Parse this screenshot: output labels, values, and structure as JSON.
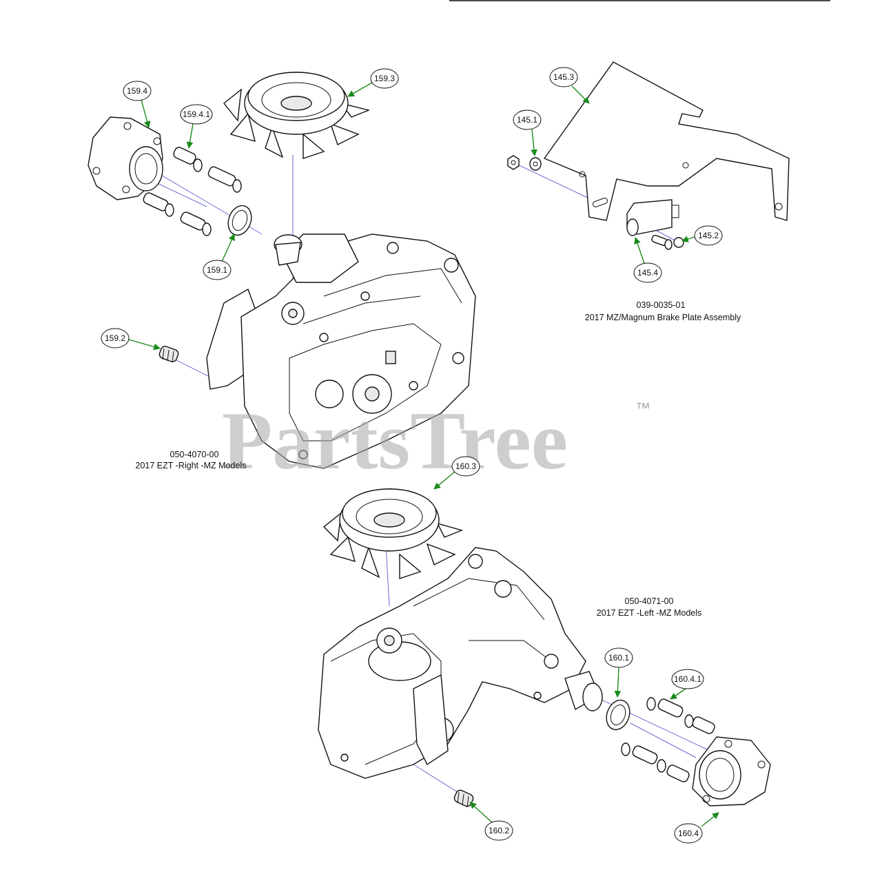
{
  "watermark": {
    "text": "PartsTree",
    "trademark": "™"
  },
  "assemblies": [
    {
      "part_number": "050-4070-00",
      "description": "2017 EZT -Right -MZ Models"
    },
    {
      "part_number": "039-0035-01",
      "description": "2017 MZ/Magnum Brake Plate Assembly"
    },
    {
      "part_number": "050-4071-00",
      "description": "2017 EZT -Left -MZ Models"
    }
  ],
  "callouts": [
    "159.4",
    "159.4.1",
    "159.3",
    "159.1",
    "159.2",
    "145.3",
    "145.1",
    "145.2",
    "145.4",
    "160.3",
    "160.1",
    "160.4.1",
    "160.4",
    "160.2"
  ],
  "colors": {
    "leader": "#1a8a1a",
    "axis": "#6b6bd6",
    "watermark": "#a6a6a6"
  }
}
